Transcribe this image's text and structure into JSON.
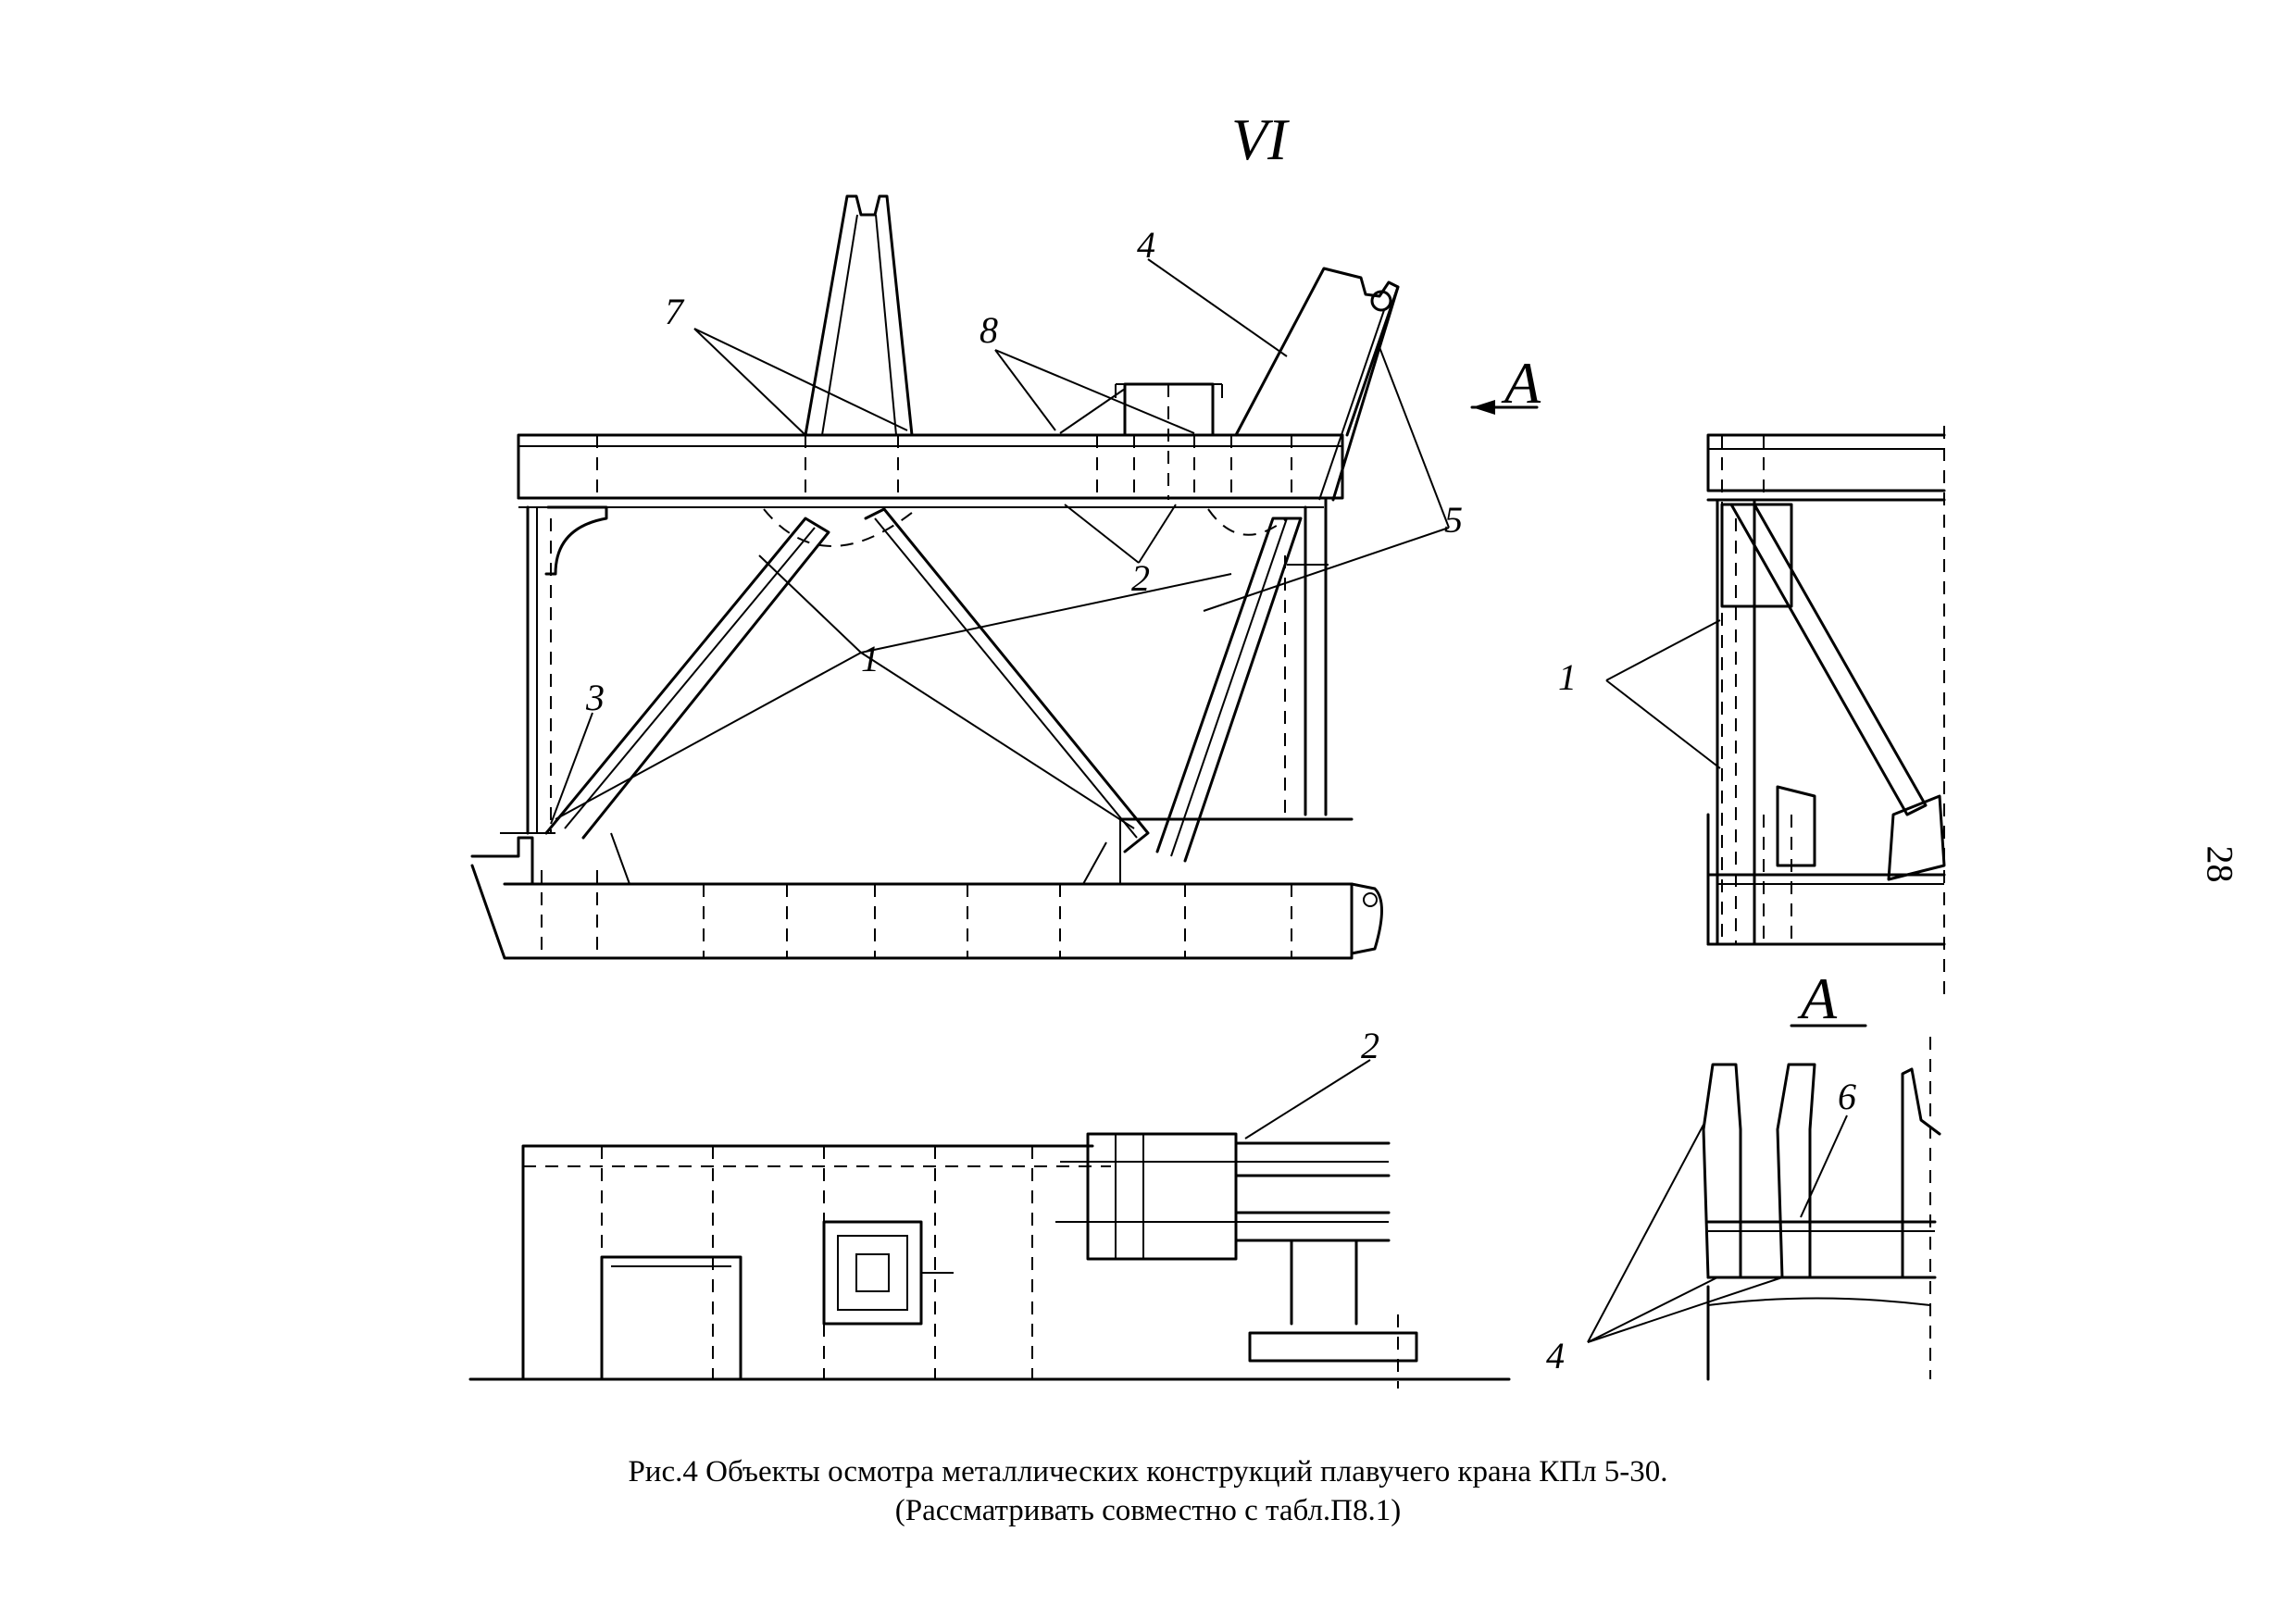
{
  "view_title": "VI",
  "section_arrow_label": "A",
  "section_view_label": "A",
  "page_number": "28",
  "callouts": [
    "1",
    "2",
    "3",
    "4",
    "5",
    "6",
    "7",
    "8"
  ],
  "caption": {
    "line1": "Рис.4 Объекты осмотра металлических конструкций плавучего крана КПл 5-30.",
    "line2": "(Рассматривать совместно с табл.П8.1)"
  }
}
